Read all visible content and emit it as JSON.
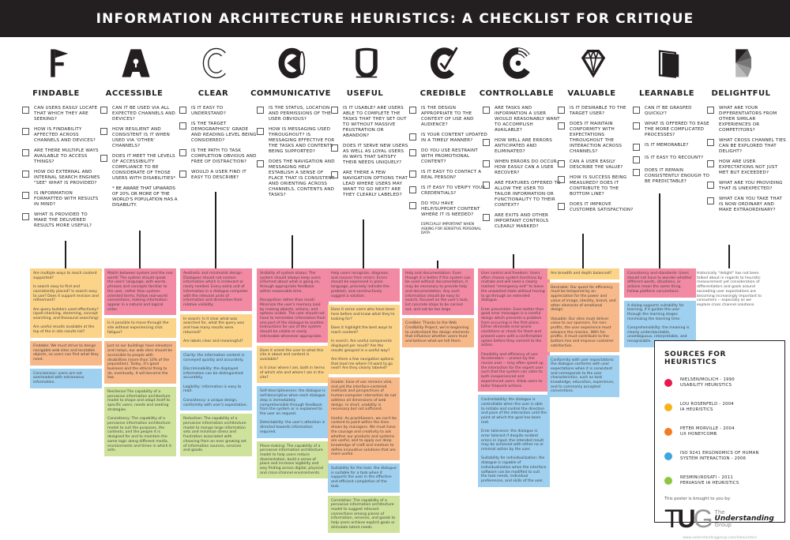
{
  "header": {
    "title": "Information Architecture Heuristics: A Checklist for Critique"
  },
  "columns": [
    {
      "key": "findable",
      "title": "Findable",
      "icon": "flag-f-icon",
      "questions": [
        "Can users easily locate that which they are seeking?",
        "How is findability affected across channels and devices?",
        "Are there multiple ways available to access things?",
        "How do external and internal search engines \"see\" what is provided?",
        "Is information formatted with results in mind?",
        "What is provided to make the delivered results more useful?"
      ],
      "notes": [],
      "cards": [
        {
          "color": "yel",
          "text": "Are multiple ways to reach content supported?\n\nIs search easy to find and consistently placed? Is search easy to use? Does it support revision and refinement?\n\nAre query builders used effectively? (spell-checking, stemming, concept searching, and thesaural searching)\n\nAre useful results available at the top of the in site results list?"
        },
        {
          "color": "org",
          "text": "Findable: We must strive to design navigable web sites and locatable objects, so users can find what they need."
        },
        {
          "color": "blu",
          "text": "Conciseness: users are not overloaded with extraneous information."
        }
      ]
    },
    {
      "key": "accessible",
      "title": "Accessible",
      "icon": "keyhole-a-icon",
      "questions": [
        "Can it be used via all expected channels and devices?",
        "How resilient and consistent is it when used via 'other' channels?",
        "Does it meet the levels of accessibility compliance to be considerate of those users with disabilities*"
      ],
      "notes": [
        "* Be aware that upwards of 20% or more of the world's population has a disability."
      ],
      "cards": [
        {
          "color": "red",
          "text": "Match between system and the real world: The system should speak the users' language, with words, phrases and concepts familiar to the user, rather than system-oriented terms. Follow real-world conventions, making information appear in a natural and logical order."
        },
        {
          "color": "yel",
          "text": "Is it possible to move through the site without experiencing click fatigue?"
        },
        {
          "color": "org",
          "text": "Just as our buildings have elevators and ramps, our web sites should be accessible to people with disabilities (more than 10% of the population). Today, it's good business and the ethical thing to do, eventually, it will become the law."
        },
        {
          "color": "grn",
          "text": "Resilience:The capability of a pervasive information architecture model to shape and adapt itself to specific users, needs and seeking strategies.\n\nConsistency: The capability of a pervasive information architecture model to suit the purposes, the contexts, and the people it is designed for and to maintain the same logic along different media, environments and times in which it acts."
        }
      ]
    },
    {
      "key": "clear",
      "title": "Clear",
      "icon": "outline-c-icon",
      "questions": [
        "Is it easy to understand?",
        "Is the target demographics' grade and reading level being considered?",
        "Is the path to task completion obvious and free of distraction?",
        "Would a user find it easy to describe?"
      ],
      "notes": [],
      "cards": [
        {
          "color": "red",
          "text": "Aesthetic and minimalist design: Dialogues should not contain information which is irrelevant or rarely needed. Every extra unit of information in a dialogue competes with the relevant units of information and diminishes their relative visibility."
        },
        {
          "color": "yel",
          "text": "In search: Is it clear what was searched for, what the query was and how many results were returned?\n\nAre labels clear and meaningful?"
        },
        {
          "color": "blu",
          "text": "Clarity: the information content is conveyed quickly and accurately.\n\nDiscriminability: the displayed information can be distinguished accurately.\n\nLegibility: information is easy to read.\n\nConsistency: a unique design, conformity with user's expectation."
        },
        {
          "color": "grn",
          "text": "Reduction: The capability of a pervasive information architecture model to mange large information sets and minimize stress and frustration associated with choosing from an ever growing set of information sources, services and goods."
        }
      ]
    },
    {
      "key": "communicative",
      "title": "Communicative",
      "icon": "megaphone-c-icon",
      "questions": [
        "Is the status, location and permissions of the user obvious?",
        "How is messaging used throughout? Is messaging effective for the tasks and contents being supported?",
        "Does the navigation and messaging help establish a sense of place that is consistent and orienting across channels, contents and tasks?"
      ],
      "notes": [],
      "cards": [
        {
          "color": "red",
          "text": "Visibility of system status: The system should always keep users informed about what is going on, through appropriate feedback within reasonable time.\n\nRecognition rather than recall: Minimize the user's memory load by making objects, actions, and options visible. The user should not have to remember information from one part of the dialogue to another. Instructions for use of the system should be visible or easily retrievable whenever appropriate."
        },
        {
          "color": "yel",
          "text": "Does it orient the user to what this site is about and content is available?\n\nIs it clear where I am, both in terms of which site and where I am in the site?"
        },
        {
          "color": "blu",
          "text": "Self-descriptiveness: the dialogue is self-descriptive when each dialogue step is immediately comprehensible through feedback from the system or is explained to the user on request.\n\nDetectability: the user's attention is directed towards information required."
        },
        {
          "color": "grn",
          "text": "Place-making: The capability of a pervasive information architecture model to help users reduce disorientation, build a sense of place and increase legibility and way finding across digital, physical and cross-channel environments."
        }
      ]
    },
    {
      "key": "useful",
      "title": "Useful",
      "icon": "cup-u-icon",
      "questions": [
        "Is it usable? Are users able to complete the tasks that they set out to without massive frustration or abandon?",
        "Does it serve new users as well as loyal users in ways that satisfy their needs uniquely?",
        "Are there a few navigation options that lead where users may want to go next? Are they clearly labeled?"
      ],
      "notes": [],
      "cards": [
        {
          "color": "red",
          "text": "Help users recognize, diagnose, and recover from errors: Errors should be expressed in plain language, precisely indicate the problem, and constructively suggest a solution."
        },
        {
          "color": "yel",
          "text": "Does it serve users who have been here before and know what they're looking for?\n\nDoes it highlight the best ways to reach content?\n\nIn search: Are useful components displayed per result? Are the results grouped in a useful way?\n\nAre there a few navigation options that lead me where I'd want to go next?  Are they clearly labeled?"
        },
        {
          "color": "org",
          "text": "Usable: Ease of use remains vital, and yet the interface-centered methods and perspectives of human-computer interaction do not address all dimensions of web design. In short, usability is necessary but not sufficient.\n\nUseful: As practitioners, we can't be content to paint within the lines drawn by managers. We must have the courage and creativity to ask whether our products and systems are useful, and to apply our deep knowledge of craft and medium to define innovative solutions that are more useful."
        },
        {
          "color": "blu",
          "text": "Suitability for the task: the dialogue is suitable for a task when it supports the user in the effective and efficient completion of the task."
        },
        {
          "color": "grn",
          "text": "Correlation: The capability of a pervasive information architecture model to suggest relevant connections among pieces of information, services, and goods to help users achieve explicit goals or stimulate latent needs"
        }
      ]
    },
    {
      "key": "credible",
      "title": "Credible",
      "icon": "checkmark-c-icon",
      "questions": [
        "Is the design appropriate to the context of use and audience?",
        "Is your content updated in a timely manner?",
        "Do you use restraint with promotional content?",
        "Is it easy to contact a real person?",
        "Is it easy to verify your credentials?",
        "Do you have help/support content where it is needed?"
      ],
      "notes": [
        "Especially important when asking for sensitive personal data"
      ],
      "cards": [
        {
          "color": "red",
          "text": "Help and documentation: Even though it is better if the system can be used without documentation, it may be necessary to provide help and documentation. Any such information should be easy to search, focused on the user's task, list concrete steps to be carried out, and not be too large."
        },
        {
          "color": "org",
          "text": "Credible: Thanks to the Web Credibility Project, we're beginning to understand the design elements that influence whether users trust and believe what we tell them."
        }
      ]
    },
    {
      "key": "controllable",
      "title": "Controllable",
      "icon": "dial-c-icon",
      "questions": [
        "Are tasks and information a user would reasonably want to accomplish available?",
        "How well are errors anticipated and eliminated?",
        "When errors do occur, how easily can a user recover?",
        "Are features offered to allow the user to tailor information or functionality to their context?",
        "Are exits and other important controls clearly marked?"
      ],
      "notes": [],
      "cards": [
        {
          "color": "red",
          "text": "User control and freedom: Users often choose system functions by mistake and will need a clearly marked \"emergency exit\" to leave the unwanted state without having to go through an extended dialogue.\n\nError prevention: Even better than good error messages is a careful design which prevents a problem from occurring in the first place. Either eliminate error-prone conditions or check for them and present users with a confirmation option before they commit to the action.\n\nFlexibility and efficiency of use: Accelerators -- unseen by the novice user -- may often speed up the interaction for the expert user such that the system can cater to both inexperienced and experienced users. Allow users to tailor frequent actions."
        },
        {
          "color": "blu",
          "text": "Controllability: the dialogue is controllable when the user is able to initiate and control the direction and pace of the interaction until the point at which the goal has been met.\n\nError tolerance: the dialogue is error tolerant if despite evident errors in input, the intended result may be achieved with either no or minimal action by the user.\n\nSuitability for individualization: the dialogue is capable of individualization when the interface software can be modified to suit the task needs, individual preferences, and skills of the user."
        }
      ]
    },
    {
      "key": "valuable",
      "title": "Valuable",
      "icon": "diamond-icon",
      "questions": [
        "Is it desirable to the target user?",
        "Does it maintain conformity with expectations throughout the interaction across channels?",
        "Can a user easily describe the value?",
        "How is success being measured? Does it contribute to the bottom line?",
        "Does it improve customer satisfaction?"
      ],
      "notes": [],
      "cards": [
        {
          "color": "yel",
          "text": "Are breadth and depth balanced?"
        },
        {
          "color": "org",
          "text": "Desirable: Our quest for efficiency must be tempered by an appreciation for the power and value of image, identity, brand, and other elements of emotional design.\n\nValuable: Our sites must deliver value to our sponsors. For non-profits, the user experience must advance the mission. With for-profits, it must contribute to the bottom line and improve customer satisfaction."
        },
        {
          "color": "blu",
          "text": "Conformity with user expectations: the dialogue conforms with user expectations when it is consistent and corresponds to the user characteristics, such as task knowledge, education, experience, and to commonly accepted conventions."
        }
      ]
    },
    {
      "key": "learnable",
      "title": "Learnable",
      "icon": "book-icon",
      "questions": [
        "Can it be grasped quickly?",
        "What is offered to ease the more complicated processes?",
        "Is it memorable?",
        "Is it easy to recount?",
        "Does it remain consistently enough to be predictable?"
      ],
      "notes": [],
      "cards": [
        {
          "color": "red",
          "text": "Consistency and standards: Users should not have to wonder whether different words, situations, or actions mean the same thing. Follow platform conventions."
        },
        {
          "color": "blu",
          "text": "A dialog supports suitability for learning, if it guides the user through the learning stages minimizing the learning time.\n\nComprehensibility: the meaning is clearly understandable, unambiguous, interpretable, and recognizable."
        }
      ]
    },
    {
      "key": "delightful",
      "title": "Delightful",
      "icon": "fan-shape-icon",
      "questions": [
        "What are your differentiators from other similar experiences or competitors?",
        "What cross channel ties can be explored that delight?",
        "How are user expectations not just met but exceeded?",
        "What are you providing that is unexpected?",
        "What can you take that is now ordinary and make extraordinary?"
      ],
      "notes": [],
      "cards": [
        {
          "color": "plain",
          "text": "Historically \"delight\" has not been talked about in regards to heuristic measurement yet consideration of differentiators and goals around exceeding user expectations are becoming increasingly important to consumers -- especially as we explore cross channel solutions."
        }
      ]
    }
  ],
  "sources": {
    "title": "Sources for Heuristics",
    "items": [
      {
        "color": "#e8194e",
        "label": "Nielsen/Molich - 1990\nUsability Heuristics"
      },
      {
        "color": "#f7b21b",
        "label": "Lou Rosenfeld - 2004\nIA Heuristics"
      },
      {
        "color": "#f47b20",
        "label": "Peter Morville - 2004\nUX Honeycomb"
      },
      {
        "color": "#3fa5e0",
        "label": "ISO 9241 Ergonomics of Human\nSystem Interaction - 2006"
      },
      {
        "color": "#8dc63f",
        "label": "Resmini/Rosati - 2011\nPervasive IA Heuristics"
      }
    ],
    "brought_by": "This poster is brought to you by:",
    "logo": {
      "letters": "TUG",
      "line1": "The",
      "line2": "Understanding",
      "line3": "Group"
    },
    "url": "www.understandinggroup.com/iaheuristics"
  }
}
